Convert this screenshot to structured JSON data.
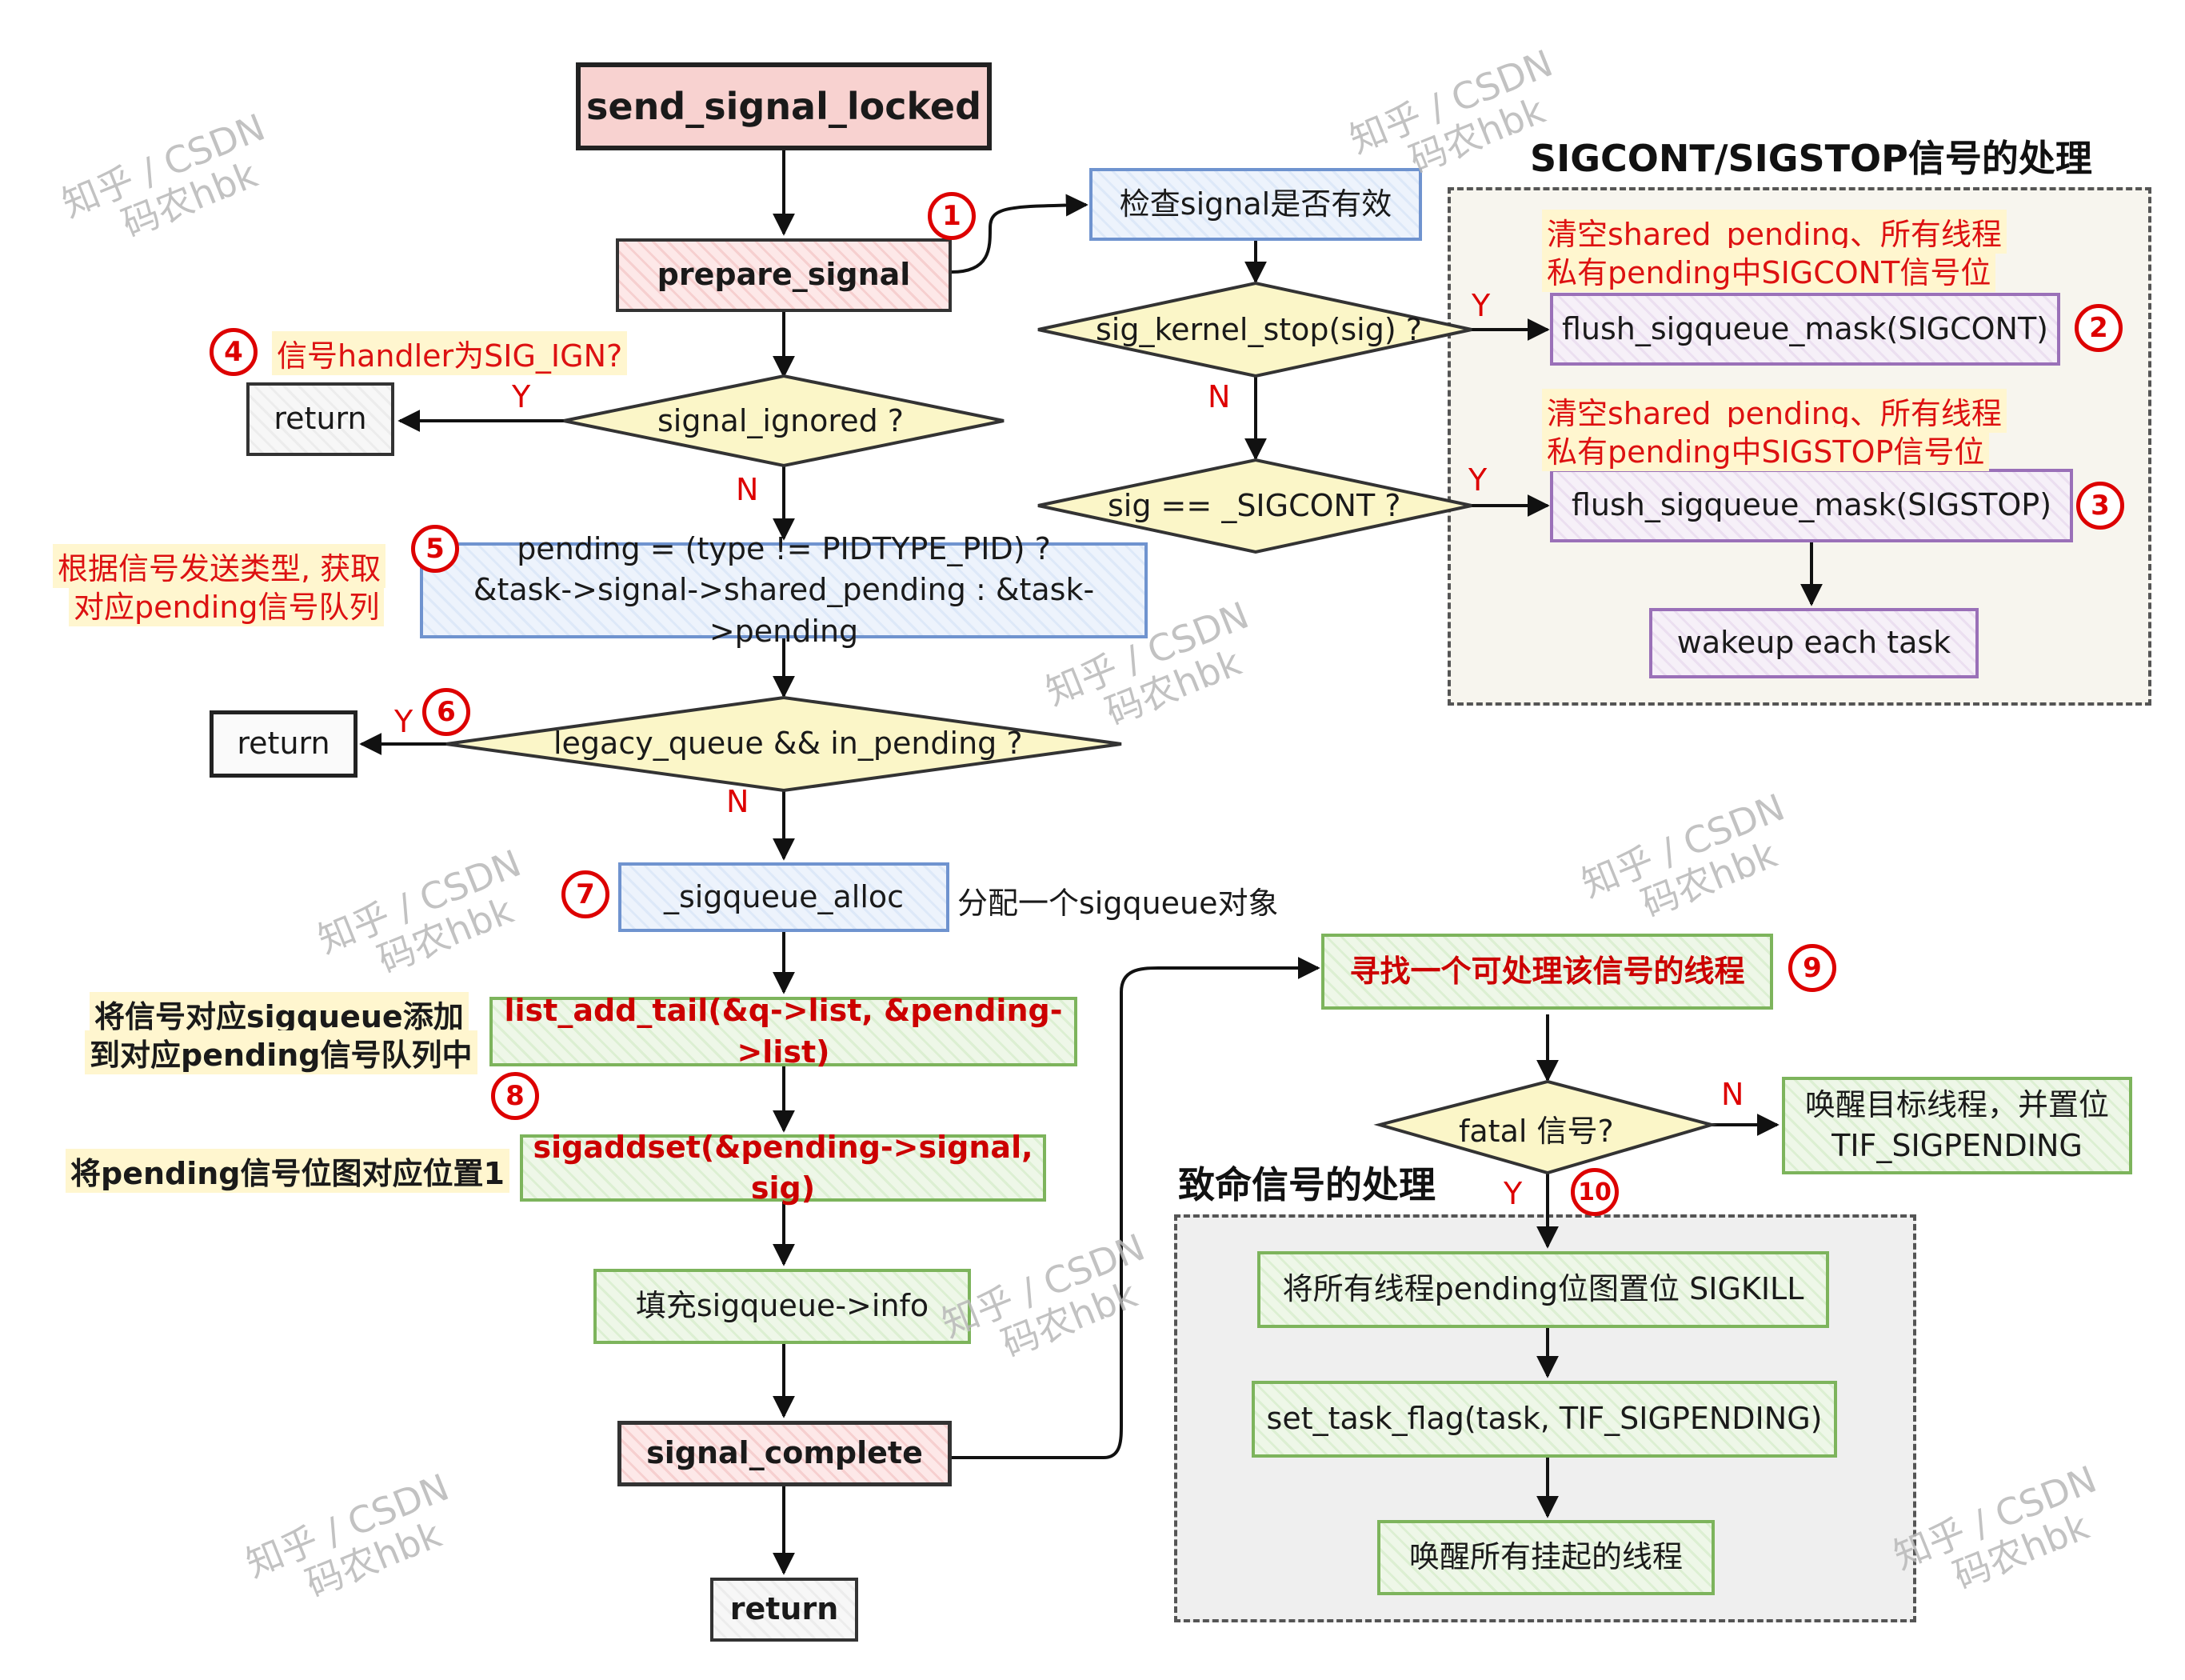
{
  "nodes": {
    "start": "send_signal_locked",
    "prepare": "prepare_signal",
    "check_valid": "检查signal是否有效",
    "kernel_stop": "sig_kernel_stop(sig) ?",
    "is_sigcont": "sig == _SIGCONT ?",
    "flush_cont": "flush_sigqueue_mask(SIGCONT)",
    "flush_stop": "flush_sigqueue_mask(SIGSTOP)",
    "wakeup_each": "wakeup each task",
    "return1": "return",
    "ignored": "signal_ignored ?",
    "pending_l1": "pending = (type != PIDTYPE_PID) ?",
    "pending_l2": "&task->signal->shared_pending : &task->pending",
    "return2": "return",
    "legacy": "legacy_queue && in_pending ?",
    "alloc": "_sigqueue_alloc",
    "add_tail": "list_add_tail(&q->list, &pending->list)",
    "addset": "sigaddset(&pending->signal, sig)",
    "fill": "填充sigqueue->info",
    "complete": "signal_complete",
    "return3": "return",
    "find_thread": "寻找一个可处理该信号的线程",
    "fatal": "fatal 信号?",
    "wake_target_l1": "唤醒目标线程，并置位",
    "wake_target_l2": "TIF_SIGPENDING",
    "set_sigkill": "将所有线程pending位图置位 SIGKILL",
    "set_flag": "set_task_flag(task, TIF_SIGPENDING)",
    "wake_all": "唤醒所有挂起的线程"
  },
  "annotations": {
    "handler_ign": "信号handler为SIG_IGN?",
    "get_pending_l1": "根据信号发送类型, 获取",
    "get_pending_l2": "对应pending信号队列",
    "alloc_note": "分配一个sigqueue对象",
    "add_note_l1": "将信号对应sigqueue添加",
    "add_note_l2": "到对应pending信号队列中",
    "set_bit_note": "将pending信号位图对应位置1",
    "clear_cont_l1": "清空shared_pending、所有线程",
    "clear_cont_l2": "私有pending中SIGCONT信号位",
    "clear_stop_l1": "清空shared_pending、所有线程",
    "clear_stop_l2": "私有pending中SIGSTOP信号位"
  },
  "groups": {
    "sigcont_stop_title": "SIGCONT/SIGSTOP信号的处理",
    "fatal_title": "致命信号的处理"
  },
  "edge_labels": {
    "yes": "Y",
    "no": "N"
  },
  "step_numbers": [
    "1",
    "2",
    "3",
    "4",
    "5",
    "6",
    "7",
    "8",
    "9",
    "10"
  ],
  "watermark": {
    "line1": "知乎 / CSDN",
    "line2": "码农hbk"
  },
  "colors": {
    "accent_red": "#cc0000",
    "pink_fill": "#f6cfcf",
    "blue_border": "#6f93cf",
    "green_border": "#7db45c",
    "purple_border": "#9a70b8",
    "diamond_fill": "#fbf6c8"
  }
}
